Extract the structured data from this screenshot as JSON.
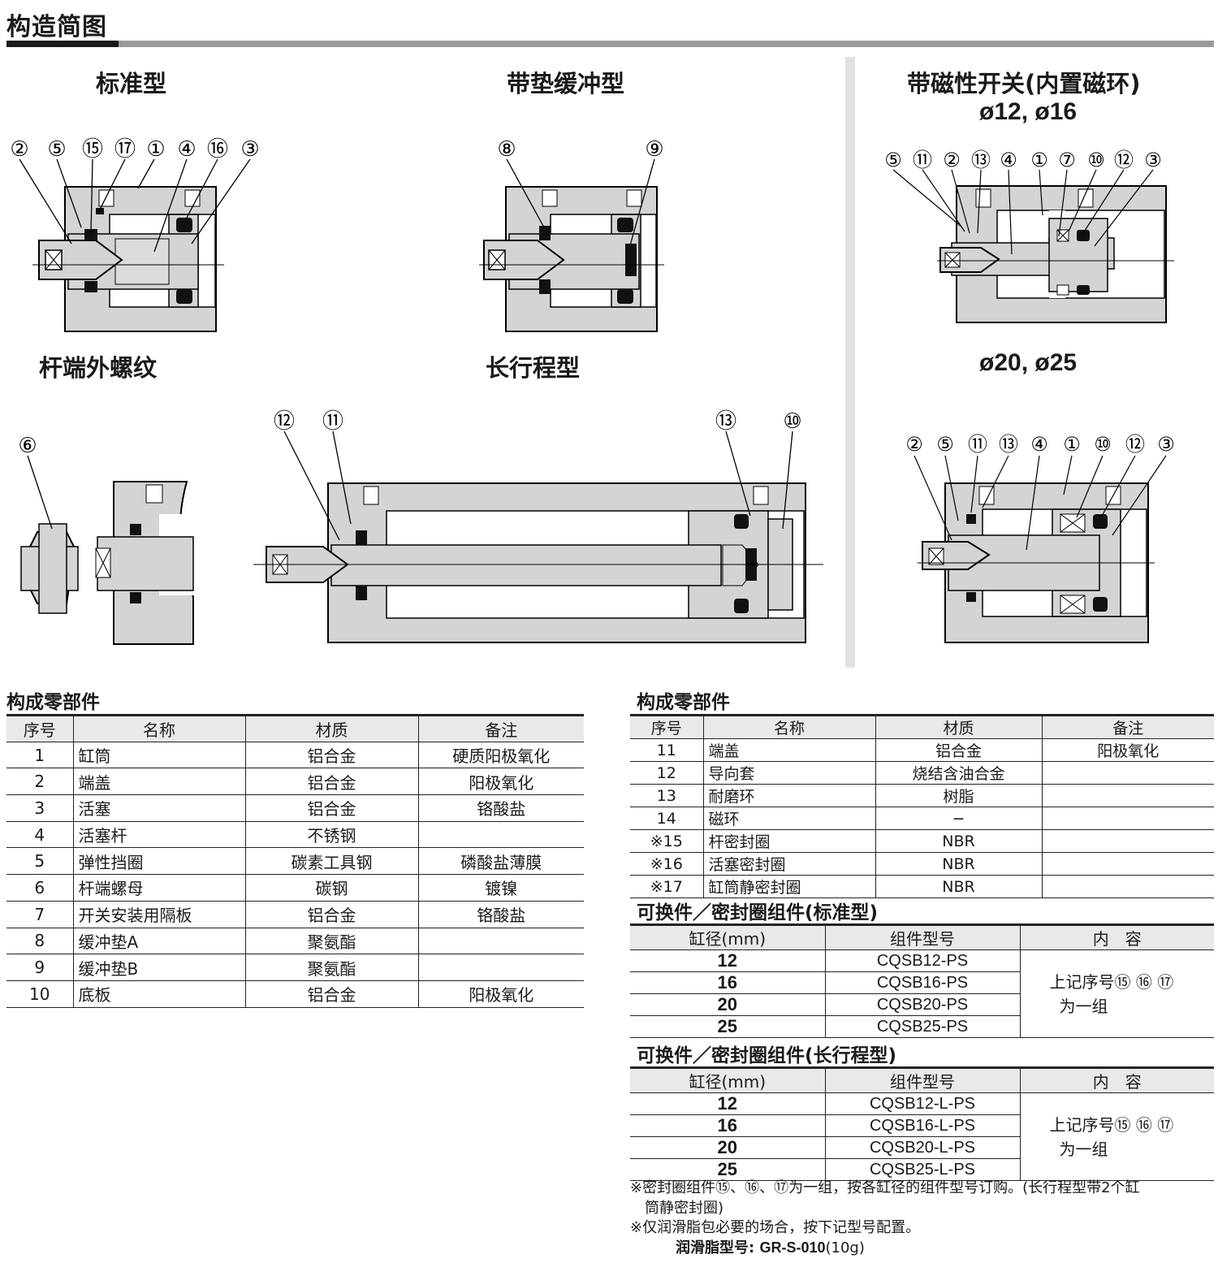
{
  "page_title": "构造简图",
  "drawings": {
    "standard": {
      "title": "标准型",
      "callouts": [
        "②",
        "⑤",
        "⑮",
        "⑰",
        "①",
        "④",
        "⑯",
        "③"
      ]
    },
    "cushion": {
      "title": "带垫缓冲型",
      "callouts": [
        "⑧",
        "⑨"
      ]
    },
    "rod_thread": {
      "title": "杆端外螺纹",
      "callouts": [
        "⑥"
      ]
    },
    "long_stroke": {
      "title": "长行程型",
      "callouts": [
        "⑫",
        "⑪",
        "⑬",
        "⑩"
      ]
    },
    "auto_switch": {
      "title": "带磁性开关(内置磁环)",
      "small_bore_title": "ø12, ø16",
      "small_bore_callouts": [
        "⑤",
        "⑪",
        "②",
        "⑬",
        "④",
        "①",
        "⑦",
        "⑩",
        "⑫",
        "③"
      ],
      "large_bore_title": "ø20, ø25",
      "large_bore_callouts": [
        "②",
        "⑤",
        "⑪",
        "⑬",
        "④",
        "①",
        "⑩",
        "⑫",
        "③"
      ]
    }
  },
  "parts_table_1": {
    "title": "构成零部件",
    "headers": [
      "序号",
      "名称",
      "材质",
      "备注"
    ],
    "rows": [
      {
        "no": "1",
        "name": "缸筒",
        "material": "铝合金",
        "note": "硬质阳极氧化"
      },
      {
        "no": "2",
        "name": "端盖",
        "material": "铝合金",
        "note": "阳极氧化"
      },
      {
        "no": "3",
        "name": "活塞",
        "material": "铝合金",
        "note": "铬酸盐"
      },
      {
        "no": "4",
        "name": "活塞杆",
        "material": "不锈钢",
        "note": ""
      },
      {
        "no": "5",
        "name": "弹性挡圈",
        "material": "碳素工具钢",
        "note": "磷酸盐薄膜"
      },
      {
        "no": "6",
        "name": "杆端螺母",
        "material": "碳钢",
        "note": "镀镍"
      },
      {
        "no": "7",
        "name": "开关安装用隔板",
        "material": "铝合金",
        "note": "铬酸盐"
      },
      {
        "no": "8",
        "name": "缓冲垫A",
        "material": "聚氨酯",
        "note": ""
      },
      {
        "no": "9",
        "name": "缓冲垫B",
        "material": "聚氨酯",
        "note": ""
      },
      {
        "no": "10",
        "name": "底板",
        "material": "铝合金",
        "note": "阳极氧化"
      }
    ]
  },
  "parts_table_2": {
    "title": "构成零部件",
    "headers": [
      "序号",
      "名称",
      "材质",
      "备注"
    ],
    "rows": [
      {
        "no": "11",
        "name": "端盖",
        "material": "铝合金",
        "note": "阳极氧化"
      },
      {
        "no": "12",
        "name": "导向套",
        "material": "烧结含油合金",
        "note": ""
      },
      {
        "no": "13",
        "name": "耐磨环",
        "material": "树脂",
        "note": ""
      },
      {
        "no": "14",
        "name": "磁环",
        "material": "−",
        "note": ""
      },
      {
        "no": "※15",
        "name": "杆密封圈",
        "material": "NBR",
        "note": ""
      },
      {
        "no": "※16",
        "name": "活塞密封圈",
        "material": "NBR",
        "note": ""
      },
      {
        "no": "※17",
        "name": "缸筒静密封圈",
        "material": "NBR",
        "note": ""
      }
    ]
  },
  "kit_standard": {
    "title": "可换件／密封圈组件(标准型)",
    "headers": [
      "缸径(mm)",
      "组件型号",
      "内　容"
    ],
    "rows": [
      {
        "bore": "12",
        "model": "CQSB12-PS"
      },
      {
        "bore": "16",
        "model": "CQSB16-PS"
      },
      {
        "bore": "20",
        "model": "CQSB20-PS"
      },
      {
        "bore": "25",
        "model": "CQSB25-PS"
      }
    ],
    "content_line1": "上记序号⑮ ⑯ ⑰",
    "content_line2": "为一组"
  },
  "kit_long": {
    "title": "可换件／密封圈组件(长行程型)",
    "headers": [
      "缸径(mm)",
      "组件型号",
      "内　容"
    ],
    "rows": [
      {
        "bore": "12",
        "model": "CQSB12-L-PS"
      },
      {
        "bore": "16",
        "model": "CQSB16-L-PS"
      },
      {
        "bore": "20",
        "model": "CQSB20-L-PS"
      },
      {
        "bore": "25",
        "model": "CQSB25-L-PS"
      }
    ],
    "content_line1": "上记序号⑮ ⑯ ⑰",
    "content_line2": "为一组"
  },
  "notes": {
    "note1_line1": "※密封圈组件⑮、⑯、⑰为一组，按各缸径的组件型号订购。(长行程型带2个缸",
    "note1_line2": "筒静密封圈)",
    "note2": "※仅润滑脂包必要的场合，按下记型号配置。",
    "grease_label": "润滑脂型号: ",
    "grease_model": "GR-S-010",
    "grease_qty": "(10g)"
  }
}
